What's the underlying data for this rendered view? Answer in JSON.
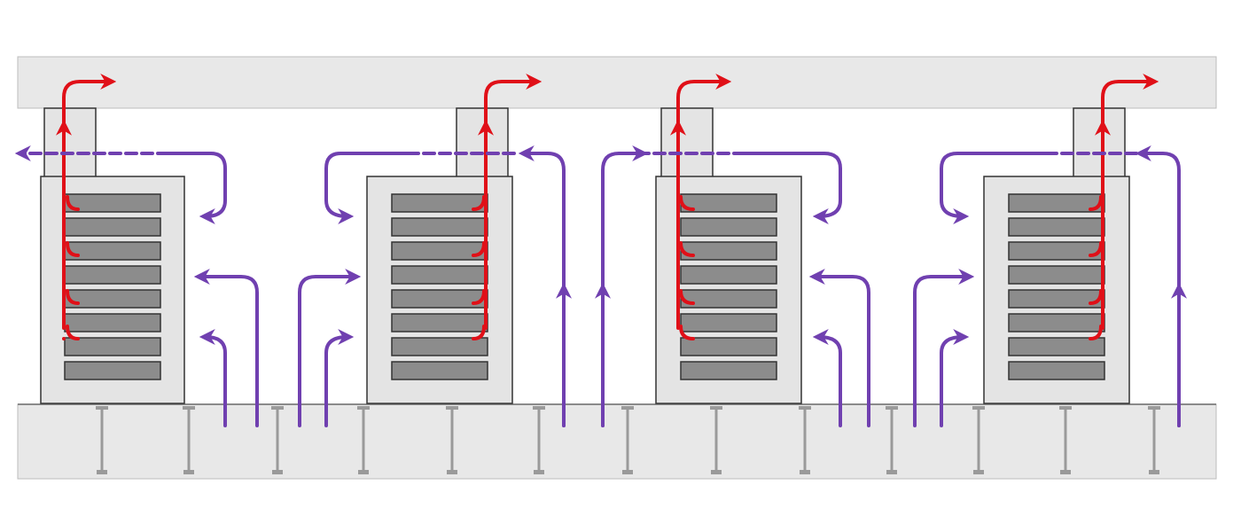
{
  "diagram": {
    "kind": "data-center-airflow",
    "racks": [
      {
        "id": "rack-1",
        "server_slots": 8,
        "hot_air_exhaust_side": "left"
      },
      {
        "id": "rack-2",
        "server_slots": 8,
        "hot_air_exhaust_side": "right"
      },
      {
        "id": "rack-3",
        "server_slots": 8,
        "hot_air_exhaust_side": "left"
      },
      {
        "id": "rack-4",
        "server_slots": 8,
        "hot_air_exhaust_side": "right"
      }
    ],
    "flows": [
      {
        "name": "hot-air-flow",
        "color": "#e01018"
      },
      {
        "name": "cool-air-flow",
        "color": "#7040b0"
      }
    ],
    "colors": {
      "ceiling": "#e8e8e8",
      "floor": "#e8e8e8",
      "rack_body": "#e4e4e4",
      "server_unit": "#8c8c8c",
      "outline": "#333333",
      "floor_support": "#9a9a9a"
    },
    "labels": []
  }
}
